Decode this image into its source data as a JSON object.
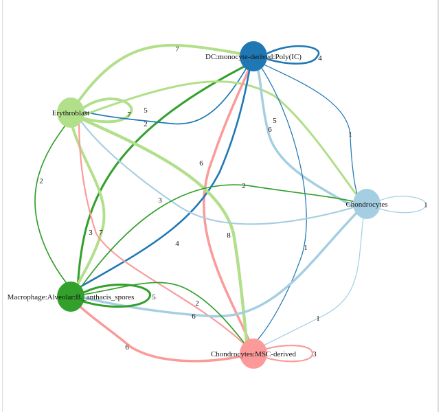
{
  "nodes": [
    {
      "id": "dc",
      "label": "DC:monocyte-derived:Poly(IC)",
      "color": "#1f78b4"
    },
    {
      "id": "ery",
      "label": "Erythroblast",
      "color": "#b2df8a"
    },
    {
      "id": "chond",
      "label": "Chondrocytes",
      "color": "#a6cee3"
    },
    {
      "id": "mac",
      "label": "Macrophage:Alveolar:B._anthacis_spores",
      "color": "#33a02c"
    },
    {
      "id": "msc",
      "label": "Chondrocytes:MSC-derived",
      "color": "#fb9a99"
    }
  ],
  "edges": [
    {
      "source": "ery",
      "target": "dc",
      "weight": "7"
    },
    {
      "source": "dc",
      "target": "dc",
      "weight": "4"
    },
    {
      "source": "ery",
      "target": "ery",
      "weight": "7"
    },
    {
      "source": "mac",
      "target": "dc",
      "weight": "5"
    },
    {
      "source": "dc",
      "target": "ery",
      "weight": "2"
    },
    {
      "source": "ery",
      "target": "chond",
      "weight": "5"
    },
    {
      "source": "chond",
      "target": "dc",
      "weight": "6"
    },
    {
      "source": "dc",
      "target": "chond",
      "weight": "1"
    },
    {
      "source": "msc",
      "target": "dc",
      "weight": "6"
    },
    {
      "source": "dc",
      "target": "mac",
      "weight": "4"
    },
    {
      "source": "dc",
      "target": "msc",
      "weight": "1"
    },
    {
      "source": "ery",
      "target": "msc",
      "weight": "8"
    },
    {
      "source": "ery",
      "target": "mac",
      "weight": "7"
    },
    {
      "source": "mac",
      "target": "ery",
      "weight": "2"
    },
    {
      "source": "msc",
      "target": "ery",
      "weight": "3"
    },
    {
      "source": "chond",
      "target": "ery",
      "weight": "3"
    },
    {
      "source": "mac",
      "target": "chond",
      "weight": "2"
    },
    {
      "source": "chond",
      "target": "mac",
      "weight": "6"
    },
    {
      "source": "mac",
      "target": "mac",
      "weight": "5"
    },
    {
      "source": "mac",
      "target": "msc",
      "weight": "2"
    },
    {
      "source": "msc",
      "target": "mac",
      "weight": "6"
    },
    {
      "source": "chond",
      "target": "chond",
      "weight": "1"
    },
    {
      "source": "chond",
      "target": "msc",
      "weight": "1"
    },
    {
      "source": "msc",
      "target": "msc",
      "weight": "3"
    }
  ]
}
